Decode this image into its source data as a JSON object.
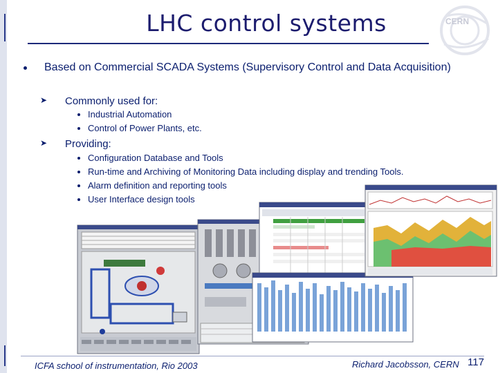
{
  "slide": {
    "title": "LHC control systems",
    "logo_text": "CERN",
    "bullet": "Based on Commercial SCADA Systems (Supervisory Control and Data Acquisition)",
    "sections": [
      {
        "label": "Commonly used for:",
        "items": [
          "Industrial Automation",
          "Control of Power Plants, etc."
        ]
      },
      {
        "label": "Providing:",
        "items": [
          "Configuration Database and Tools",
          "Run-time and Archiving of Monitoring Data including display and trending Tools.",
          "Alarm definition and reporting tools",
          "User Interface design tools"
        ]
      }
    ],
    "footer_left": "ICFA school of instrumentation, Rio 2003",
    "footer_right": "Richard Jacobsson, CERN",
    "page_number": "117"
  },
  "colors": {
    "text": "#0a1e6e",
    "title": "#1c1c6e",
    "accent": "#2a3a8a"
  }
}
